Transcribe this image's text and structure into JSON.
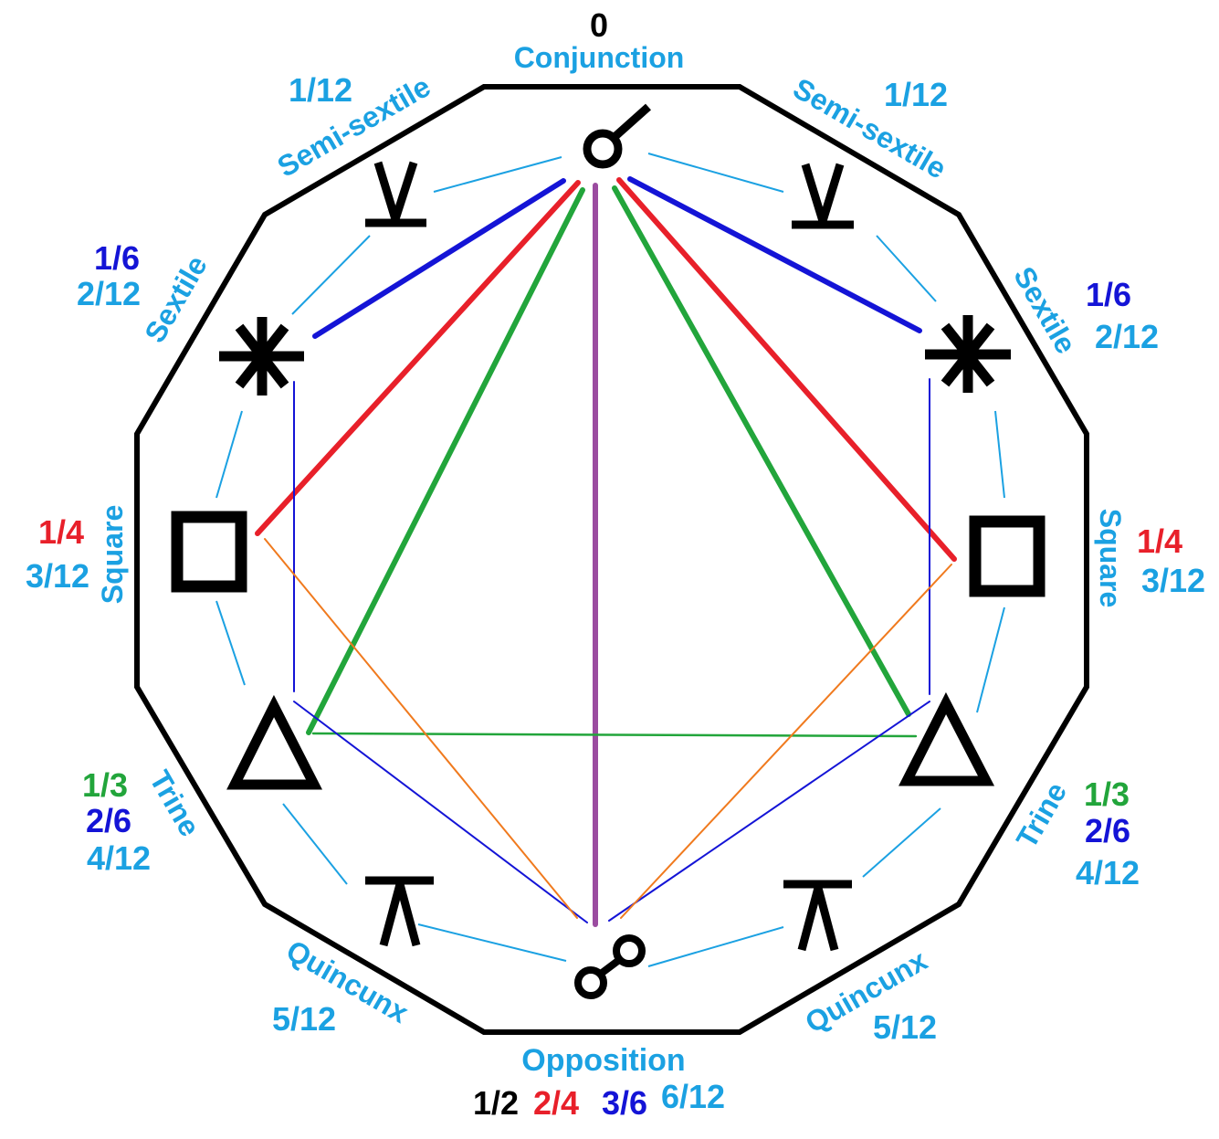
{
  "colors": {
    "frame": "#000000",
    "cyan": "#1ba1e2",
    "blue": "#1414d6",
    "red": "#e8202a",
    "green": "#22a53b",
    "purple": "#9b4ca0",
    "orange": "#f07a1e"
  },
  "glyphs": {
    "conjunction": "conjunction-symbol",
    "semi_sextile": "semi-sextile-symbol",
    "sextile": "sextile-symbol",
    "square": "square-symbol",
    "trine": "trine-symbol",
    "quincunx": "quincunx-symbol",
    "opposition": "opposition-symbol"
  },
  "aspects": {
    "conjunction": {
      "name": "Conjunction",
      "fractions": [
        "0"
      ]
    },
    "semi_sextile_left": {
      "name": "Semi-sextile",
      "fractions": [
        "1/12"
      ]
    },
    "semi_sextile_right": {
      "name": "Semi-sextile",
      "fractions": [
        "1/12"
      ]
    },
    "sextile_left": {
      "name": "Sextile",
      "fractions": [
        "1/6",
        "2/12"
      ]
    },
    "sextile_right": {
      "name": "Sextile",
      "fractions": [
        "1/6",
        "2/12"
      ]
    },
    "square_left": {
      "name": "Square",
      "fractions": [
        "1/4",
        "3/12"
      ]
    },
    "square_right": {
      "name": "Square",
      "fractions": [
        "1/4",
        "3/12"
      ]
    },
    "trine_left": {
      "name": "Trine",
      "fractions": [
        "1/3",
        "2/6",
        "4/12"
      ]
    },
    "trine_right": {
      "name": "Trine",
      "fractions": [
        "1/3",
        "2/6",
        "4/12"
      ]
    },
    "quincunx_left": {
      "name": "Quincunx",
      "fractions": [
        "5/12"
      ]
    },
    "quincunx_right": {
      "name": "Quincunx",
      "fractions": [
        "5/12"
      ]
    },
    "opposition": {
      "name": "Opposition",
      "fractions": [
        "1/2",
        "2/4",
        "3/6",
        "6/12"
      ]
    }
  }
}
